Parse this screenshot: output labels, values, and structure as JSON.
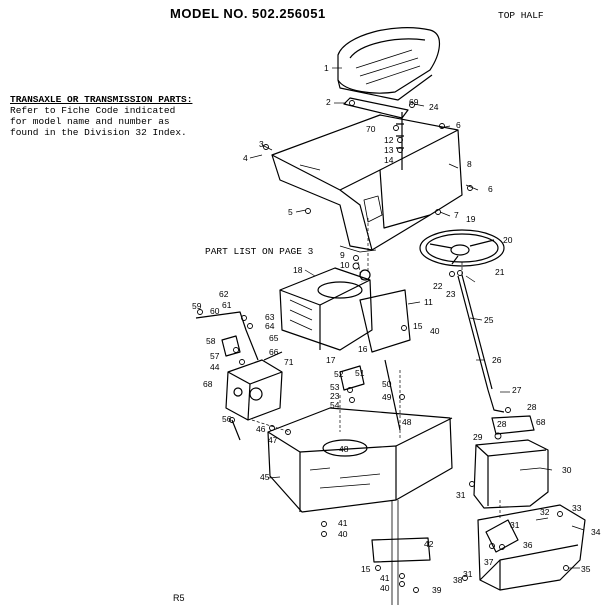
{
  "header": {
    "model_no": "MODEL NO. 502.256051",
    "section": "TOP HALF"
  },
  "note": {
    "title": "TRANSAXLE OR TRANSMISSION PARTS:",
    "lines": [
      "Refer to Fiche Code indicated",
      "for model name and number as",
      "found in the Division 32 Index."
    ]
  },
  "part_list_ref": "PART LIST ON PAGE 3",
  "page_code": "R5",
  "callouts": [
    {
      "id": "c1",
      "text": "1"
    },
    {
      "id": "c2",
      "text": "2"
    },
    {
      "id": "c69",
      "text": "69"
    },
    {
      "id": "c24",
      "text": "24"
    },
    {
      "id": "c70",
      "text": "70"
    },
    {
      "id": "c6a",
      "text": "6"
    },
    {
      "id": "c12",
      "text": "12"
    },
    {
      "id": "c13",
      "text": "13"
    },
    {
      "id": "c14",
      "text": "14"
    },
    {
      "id": "c3",
      "text": "3"
    },
    {
      "id": "c4",
      "text": "4"
    },
    {
      "id": "c8",
      "text": "8"
    },
    {
      "id": "c6b",
      "text": "6"
    },
    {
      "id": "c5",
      "text": "5"
    },
    {
      "id": "c7",
      "text": "7"
    },
    {
      "id": "c19",
      "text": "19"
    },
    {
      "id": "c20",
      "text": "20"
    },
    {
      "id": "c9",
      "text": "9"
    },
    {
      "id": "c10",
      "text": "10"
    },
    {
      "id": "c18",
      "text": "18"
    },
    {
      "id": "c22",
      "text": "22"
    },
    {
      "id": "c21",
      "text": "21"
    },
    {
      "id": "c23a",
      "text": "23"
    },
    {
      "id": "c11",
      "text": "11"
    },
    {
      "id": "c62",
      "text": "62"
    },
    {
      "id": "c59",
      "text": "59"
    },
    {
      "id": "c61",
      "text": "61"
    },
    {
      "id": "c60",
      "text": "60"
    },
    {
      "id": "c63",
      "text": "63"
    },
    {
      "id": "c64",
      "text": "64"
    },
    {
      "id": "c25",
      "text": "25"
    },
    {
      "id": "c15a",
      "text": "15"
    },
    {
      "id": "c58",
      "text": "58"
    },
    {
      "id": "c65",
      "text": "65"
    },
    {
      "id": "c40a",
      "text": "40"
    },
    {
      "id": "c57",
      "text": "57"
    },
    {
      "id": "c66",
      "text": "66"
    },
    {
      "id": "c16",
      "text": "16"
    },
    {
      "id": "c26",
      "text": "26"
    },
    {
      "id": "c44",
      "text": "44"
    },
    {
      "id": "c71",
      "text": "71"
    },
    {
      "id": "c17",
      "text": "17"
    },
    {
      "id": "c68",
      "text": "68"
    },
    {
      "id": "c52",
      "text": "52"
    },
    {
      "id": "c51",
      "text": "51"
    },
    {
      "id": "c53",
      "text": "53"
    },
    {
      "id": "c23b",
      "text": "23"
    },
    {
      "id": "c54",
      "text": "54"
    },
    {
      "id": "c50",
      "text": "50"
    },
    {
      "id": "c49",
      "text": "49"
    },
    {
      "id": "c27",
      "text": "27"
    },
    {
      "id": "c56",
      "text": "56"
    },
    {
      "id": "c46",
      "text": "46"
    },
    {
      "id": "c28a",
      "text": "28"
    },
    {
      "id": "c28b",
      "text": "28"
    },
    {
      "id": "c68b",
      "text": "68"
    },
    {
      "id": "c47",
      "text": "47"
    },
    {
      "id": "c48a",
      "text": "48"
    },
    {
      "id": "c29",
      "text": "29"
    },
    {
      "id": "c48b",
      "text": "48"
    },
    {
      "id": "c45",
      "text": "45"
    },
    {
      "id": "c30",
      "text": "30"
    },
    {
      "id": "c31a",
      "text": "31"
    },
    {
      "id": "c33",
      "text": "33"
    },
    {
      "id": "c32",
      "text": "32"
    },
    {
      "id": "c41a",
      "text": "41"
    },
    {
      "id": "c40b",
      "text": "40"
    },
    {
      "id": "c31b",
      "text": "31"
    },
    {
      "id": "c34",
      "text": "34"
    },
    {
      "id": "c42",
      "text": "42"
    },
    {
      "id": "c36",
      "text": "36"
    },
    {
      "id": "c37",
      "text": "37"
    },
    {
      "id": "c15b",
      "text": "15"
    },
    {
      "id": "c41b",
      "text": "41"
    },
    {
      "id": "c40c",
      "text": "40"
    },
    {
      "id": "c39",
      "text": "39"
    },
    {
      "id": "c31c",
      "text": "31"
    },
    {
      "id": "c38",
      "text": "38"
    },
    {
      "id": "c35",
      "text": "35"
    }
  ]
}
